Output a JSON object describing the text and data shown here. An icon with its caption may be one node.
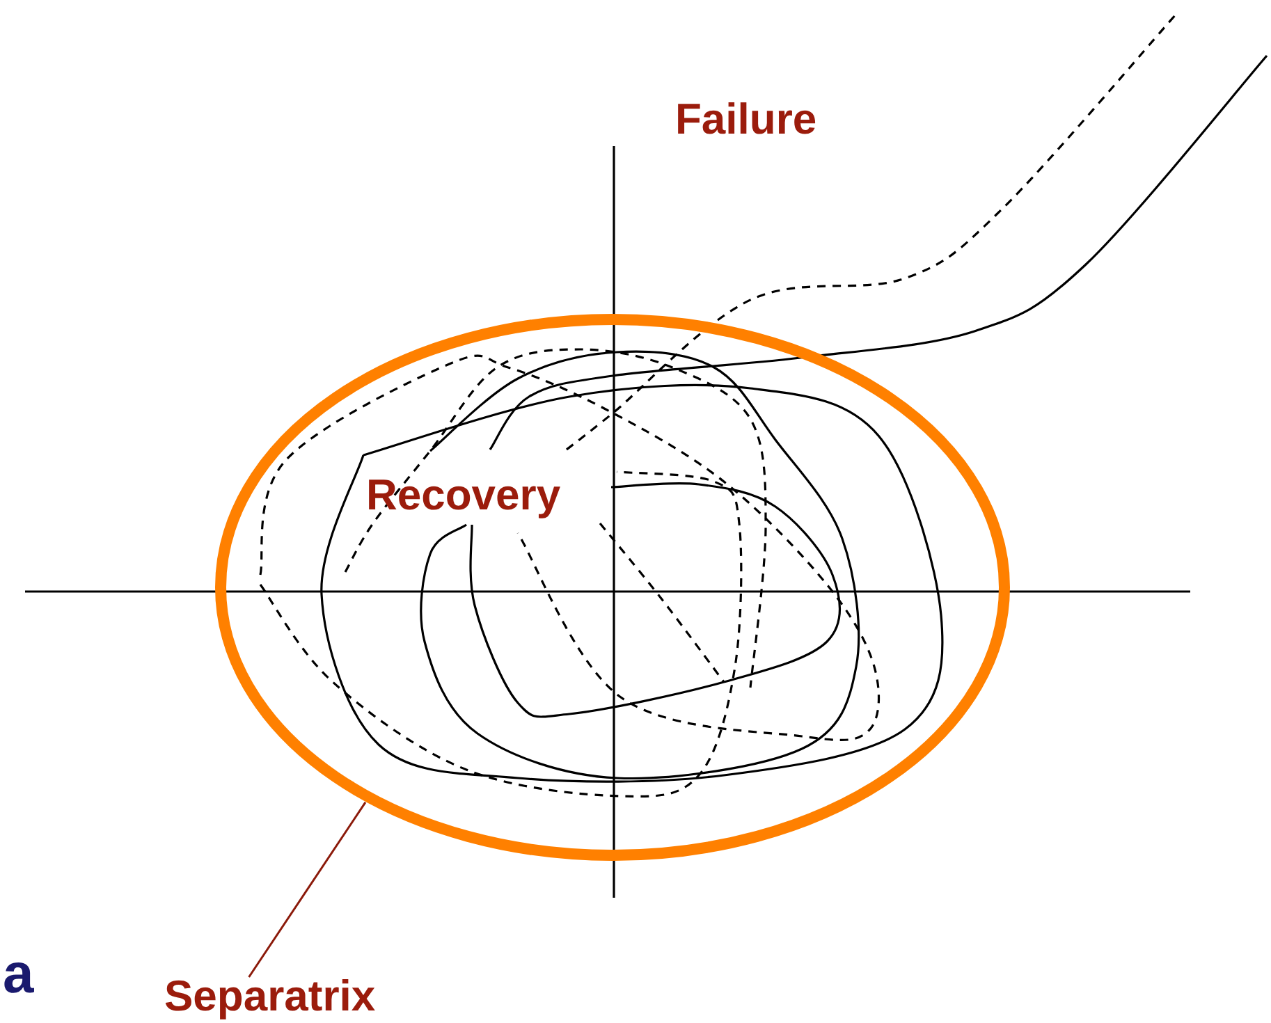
{
  "diagram": {
    "nodes": [
      {
        "text": [
          "Separatrix"
        ]
      },
      {
        "text": [],
        "shape": "circle"
      }
    ],
    "edges": [
      {
        "from": 0,
        "to": 1,
        "arrow": "none"
      }
    ],
    "labels": [
      "Failure",
      "Recovery",
      "a"
    ]
  }
}
